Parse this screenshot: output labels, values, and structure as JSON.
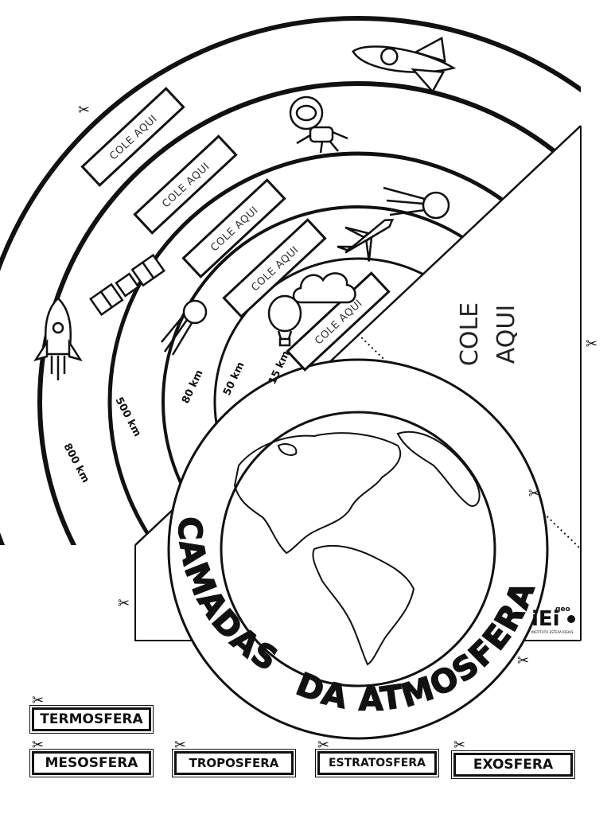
{
  "title_line1": "CAMADAS",
  "title_line2": "DA ATMOSFERA",
  "paste_label": "COLE AQUI",
  "big_paste_line1": "COLE",
  "big_paste_line2": "AQUI",
  "altitudes": {
    "a800": "800 km",
    "a500": "500 km",
    "a80": "80 km",
    "a50": "50 km",
    "a15": "15 km"
  },
  "logo": {
    "main": "iEi",
    "tag": "geo",
    "sub": "INSTITUTO ESTEVA IDEIAS"
  },
  "cutout_labels": {
    "termosfera": "TERMOSFERA",
    "mesosfera": "MESOSFERA",
    "troposfera": "TROPOSFERA",
    "estratosfera": "ESTRATOSFERA",
    "exosfera": "EXOSFERA"
  },
  "icons": [
    "rocket-icon",
    "satellite-icon",
    "meteor-icon",
    "astronaut-icon",
    "space-shuttle-icon",
    "comet-icon",
    "jet-icon",
    "cloud-icon",
    "hot-air-balloon-icon",
    "earth-icon",
    "scissors-icon"
  ]
}
